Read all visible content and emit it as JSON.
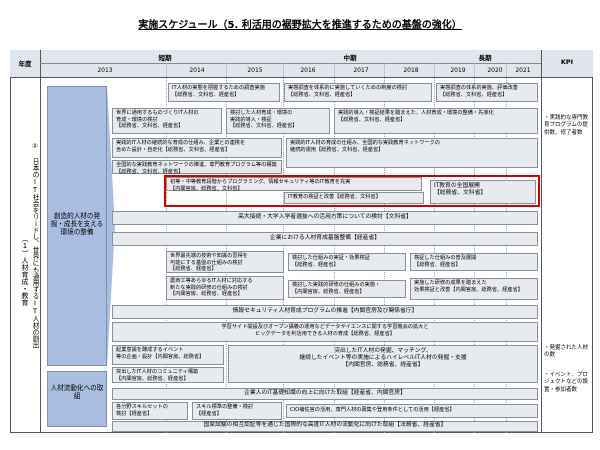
{
  "title": "実施スケジュール（5. 利活用の裾野拡大を推進するための基盤の強化）",
  "header": {
    "nendo": "年度",
    "short": "短期",
    "mid": "中期",
    "long": "長期",
    "kpi": "KPI",
    "years": [
      "2013",
      "2014",
      "2015",
      "2016",
      "2017",
      "2018",
      "2019",
      "2020",
      "2021"
    ]
  },
  "left": {
    "col1": "（1）人材育成・教育",
    "col2": "② 日本のIT社会をリードし、世界にも通用するIT人材の創出",
    "group1": "創造的人材の発掘・成長を支える環境の整備",
    "group2": "人材流動化への取組"
  },
  "rows": {
    "r1": "IT人材の実態を把握するための調査実施\n【総務省、文科省、経産省】",
    "r1b": "実態調査を体系的に実施していくための制度の検討\n【総務省、文科省、経産省】",
    "r1c": "実態調査の体系的実施、評価改善\n【総務省、文科省、経産省】",
    "r2": "世界に通用するものづくりIT人材の\n育成・環境の検討\n【総務省、文科省、経産省】",
    "r2b": "検討した人材育成・環境の\n実践的導入・検証\n【総務省、文科省、経産省】",
    "r2c": "実践的導入・検証結果を踏まえた、人材育成・環境の整備・先導化\n【総務省、文科省、経産省】",
    "r3": "実践的IT人材の継続的な育成の仕組み、企業との連携を\n含めた設計・自走化【総務省、文科省、経産省】",
    "r3b": "実践的IT人材の育成の仕組み、全国的な実践教育ネットワークの\n継続的運用【総務省、文科省、経産省】",
    "r4": "全国的な実践教育ネットワークの推進、専門教育プログラム等の構築\n【総務省、文科省、経産省】",
    "red1": "初等・中等教育段階からプログラミング、情報セキュリティ等のIT教育を充実\n【内閣官房、総務省、文科省】",
    "red1b": "IT教育の検証と改善【総務省、文科省】",
    "red1c": "IT教育の全国展開\n【総務省、文科省】",
    "r5": "高大接続・大学入学者選抜への活用方策についての検討【文科省】",
    "r6": "企業における人材育成基盤整備【経産省】",
    "r7a": "世界最先端の技術や知識の習得を\n可能にする基盤の仕組みの検討\n【総務省、経産省】",
    "r7b": "検討した仕組みの実証・効果検証\n【総務省、経産省】",
    "r7c": "検証した仕組みの普及展開\n【総務省、経産省】",
    "r8a": "農商工等あらゆるIT人材に対応する\n新たな実践的研修の仕組みの検討\n【内閣官房、総務省、経産省】",
    "r8b": "検討した実践的研修の仕組みの実施・\n【内閣官房、総務省、経産省】",
    "r8c": "実施した研修の成果を踏まえた\n効果検証と改善【内閣官房、総務省、経産省】",
    "r9": "情報セキュリティ人材育成プログラムの推進【内閣官房及び関係省庁】",
    "r10": "学習サイト開設及びオープン講義の運用などデータサイエンスに関する学習機会の拡大と\nビッグデータを利活用できる人材の育成【総務省、経産省】",
    "r11a": "起業意識を醸成するイベント\n等の企画・設計【内閣官房、総務省】",
    "r11b": "突出したIT人材の発掘、マッチング、\n継続したイベント等の実施によるハイレベルIT人材の発掘・支援\n【内閣官房、総務省、経産省】",
    "r12a": "突出したIT人材のコミュニティ構築\n【内閣官房、総務省、経産省】",
    "r13": "企業人のIT基礎知識の向上に向けた取組【経産省、内閣官房】",
    "r14a": "各分野スキルセットの\n検討【経産省】",
    "r14b": "スキル標準の整備・検討\n【経産省】",
    "r14c": "CIO補佐官の活用、専門人材の募集や登用条件としての活用【経産省】",
    "r15": "国家試験の相互認証等を通じた国際的な高度IT人材の流動化に向けた取組【法務省、経産省】"
  },
  "kpi": {
    "k1": "・実践的な専門教育プログラムの提供数、修了者数",
    "k2": "・発掘された人材の数",
    "k3": "・イベント、プロジェクトなどの設置・参加者数"
  }
}
